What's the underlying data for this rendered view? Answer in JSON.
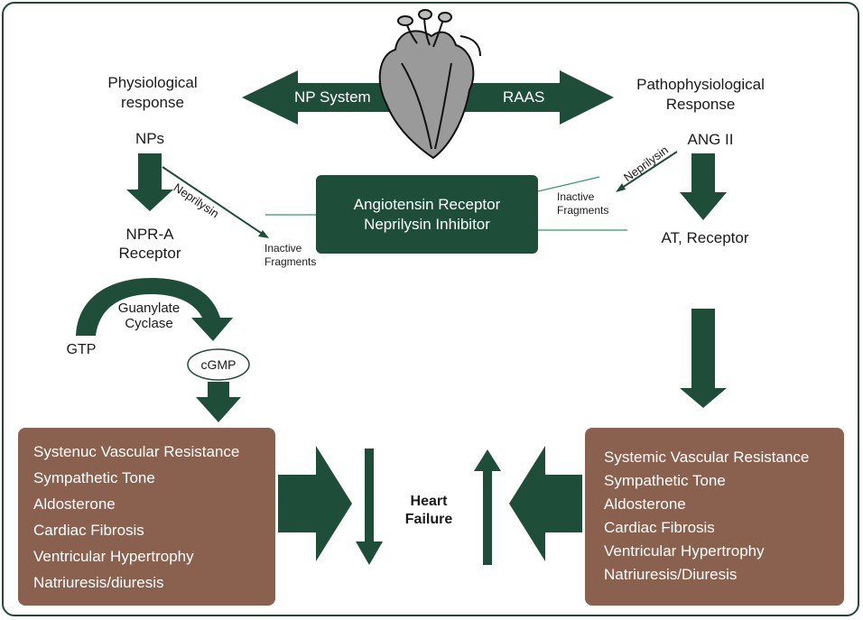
{
  "left": {
    "heading_line1": "Physiological",
    "heading_line2": "response",
    "nps": "NPs",
    "receptor_line1": "NPR-A",
    "receptor_line2": "Receptor",
    "neprilysin": "Neprilysin",
    "inactive_line1": "Inactive",
    "inactive_line2": "Fragments",
    "guanylate_line1": "Guanylate",
    "guanylate_line2": "Cyclase",
    "gtp": "GTP",
    "cgmp": "cGMP",
    "box_items": [
      "Systenuc Vascular Resistance",
      "Sympathetic Tone",
      "Aldosterone",
      "Cardiac Fibrosis",
      "Ventricular Hypertrophy",
      "Natriuresis/diuresis"
    ]
  },
  "right": {
    "heading_line1": "Pathophysiological",
    "heading_line2": "Response",
    "ang": "ANG II",
    "neprilysin": "Neprilysin",
    "inactive_line1": "Inactive",
    "inactive_line2": "Fragments",
    "receptor": "AT, Receptor",
    "box_items": [
      "Systemic Vascular Resistance",
      "Sympathetic Tone",
      "Aldosterone",
      "Cardiac Fibrosis",
      "Ventricular Hypertrophy",
      "Natriuresis/Diuresis"
    ]
  },
  "top": {
    "np_system": "NP System",
    "raas": "RAAS"
  },
  "center": {
    "line1": "Angiotensin Receptor",
    "line2": "Neprilysin Inhibitor"
  },
  "heart_failure": {
    "line1": "Heart",
    "line2": "Failure"
  },
  "colors": {
    "dark_green": "#1e4d3a",
    "brown": "#8a604e",
    "frame": "#1f4a36"
  },
  "icons": [
    "heart-icon"
  ]
}
